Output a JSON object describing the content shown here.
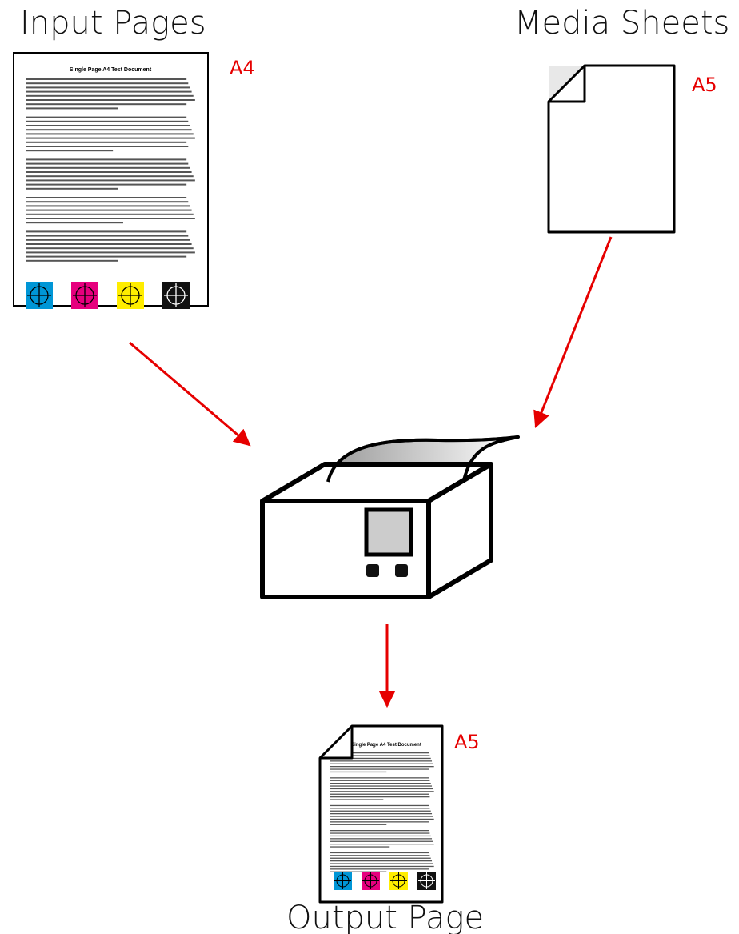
{
  "headings": {
    "input": "Input Pages",
    "media": "Media Sheets",
    "output": "Output Page"
  },
  "input_page": {
    "size_label": "A4",
    "title": "Single Page A4 Test Document"
  },
  "media_sheet": {
    "size_label": "A5"
  },
  "output_page": {
    "size_label": "A5",
    "title": "Single Page A4 Test Document"
  },
  "colors": {
    "arrow": "#e60000",
    "size_label": "#e60000",
    "cyan": "#0096d6",
    "magenta": "#e6007e",
    "yellow": "#ffed00",
    "black": "#111111",
    "screen": "#cccccc"
  }
}
